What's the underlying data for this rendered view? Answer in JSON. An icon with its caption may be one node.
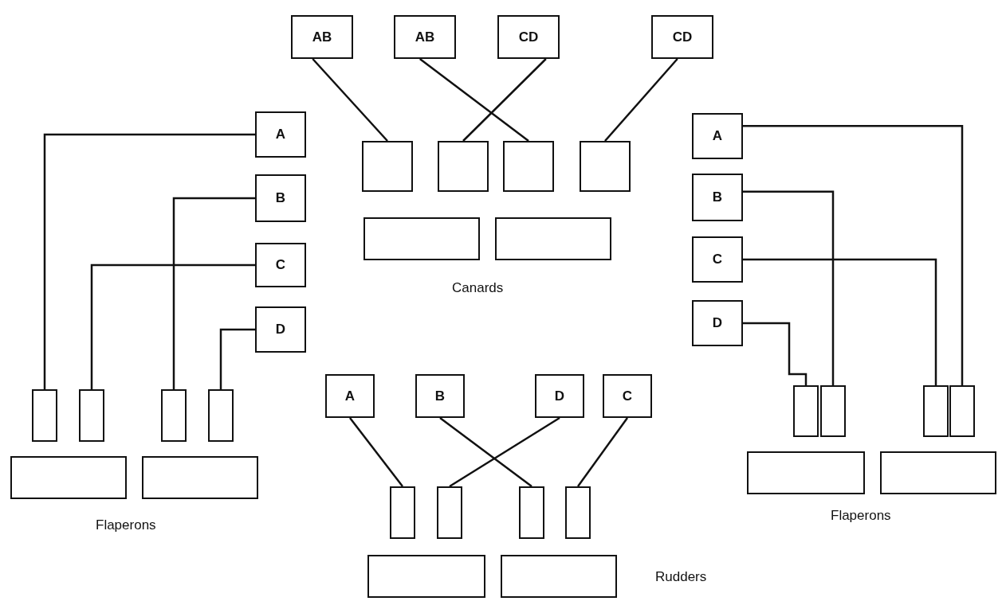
{
  "diagram": {
    "nodes": [
      {
        "text": [
          "AB"
        ]
      },
      {
        "text": [
          "AB"
        ]
      },
      {
        "text": [
          "CD"
        ]
      },
      {
        "text": [
          "CD"
        ]
      },
      {
        "text": [],
        "shape": "box"
      },
      {
        "text": [],
        "shape": "box"
      },
      {
        "text": [],
        "shape": "box"
      },
      {
        "text": [],
        "shape": "box"
      },
      {
        "text": [],
        "shape": "box"
      },
      {
        "text": [],
        "shape": "box"
      },
      {
        "text": [
          "A"
        ]
      },
      {
        "text": [
          "B"
        ]
      },
      {
        "text": [
          "C"
        ]
      },
      {
        "text": [
          "D"
        ]
      },
      {
        "text": [],
        "shape": "box"
      },
      {
        "text": [],
        "shape": "box"
      },
      {
        "text": [],
        "shape": "box"
      },
      {
        "text": [],
        "shape": "box"
      },
      {
        "text": [],
        "shape": "box"
      },
      {
        "text": [],
        "shape": "box"
      },
      {
        "text": [
          "A"
        ]
      },
      {
        "text": [
          "B"
        ]
      },
      {
        "text": [
          "C"
        ]
      },
      {
        "text": [
          "D"
        ]
      },
      {
        "text": [],
        "shape": "box"
      },
      {
        "text": [],
        "shape": "box"
      },
      {
        "text": [],
        "shape": "box"
      },
      {
        "text": [],
        "shape": "box"
      },
      {
        "text": [],
        "shape": "box"
      },
      {
        "text": [],
        "shape": "box"
      },
      {
        "text": [
          "A"
        ]
      },
      {
        "text": [
          "B"
        ]
      },
      {
        "text": [
          "D"
        ]
      },
      {
        "text": [
          "C"
        ]
      },
      {
        "text": [],
        "shape": "box"
      },
      {
        "text": [],
        "shape": "box"
      },
      {
        "text": [],
        "shape": "box"
      },
      {
        "text": [],
        "shape": "box"
      },
      {
        "text": [],
        "shape": "box"
      },
      {
        "text": [],
        "shape": "box"
      }
    ],
    "edges": [
      {
        "from": 0,
        "to": 4,
        "arrow": "none"
      },
      {
        "from": 1,
        "to": 6,
        "arrow": "none"
      },
      {
        "from": 2,
        "to": 5,
        "arrow": "none"
      },
      {
        "from": 3,
        "to": 7,
        "arrow": "none"
      },
      {
        "from": 10,
        "to": 14,
        "arrow": "none"
      },
      {
        "from": 11,
        "to": 16,
        "arrow": "none"
      },
      {
        "from": 12,
        "to": 15,
        "arrow": "none"
      },
      {
        "from": 13,
        "to": 17,
        "arrow": "none"
      },
      {
        "from": 20,
        "to": 27,
        "arrow": "none"
      },
      {
        "from": 21,
        "to": 25,
        "arrow": "none"
      },
      {
        "from": 22,
        "to": 26,
        "arrow": "none"
      },
      {
        "from": 23,
        "to": 24,
        "arrow": "none"
      },
      {
        "from": 30,
        "to": 34,
        "arrow": "none"
      },
      {
        "from": 31,
        "to": 36,
        "arrow": "none"
      },
      {
        "from": 32,
        "to": 35,
        "arrow": "none"
      },
      {
        "from": 33,
        "to": 37,
        "arrow": "none"
      }
    ],
    "labels": [
      "Canards",
      "Flaperons",
      "Flaperons",
      "Rudders"
    ]
  }
}
